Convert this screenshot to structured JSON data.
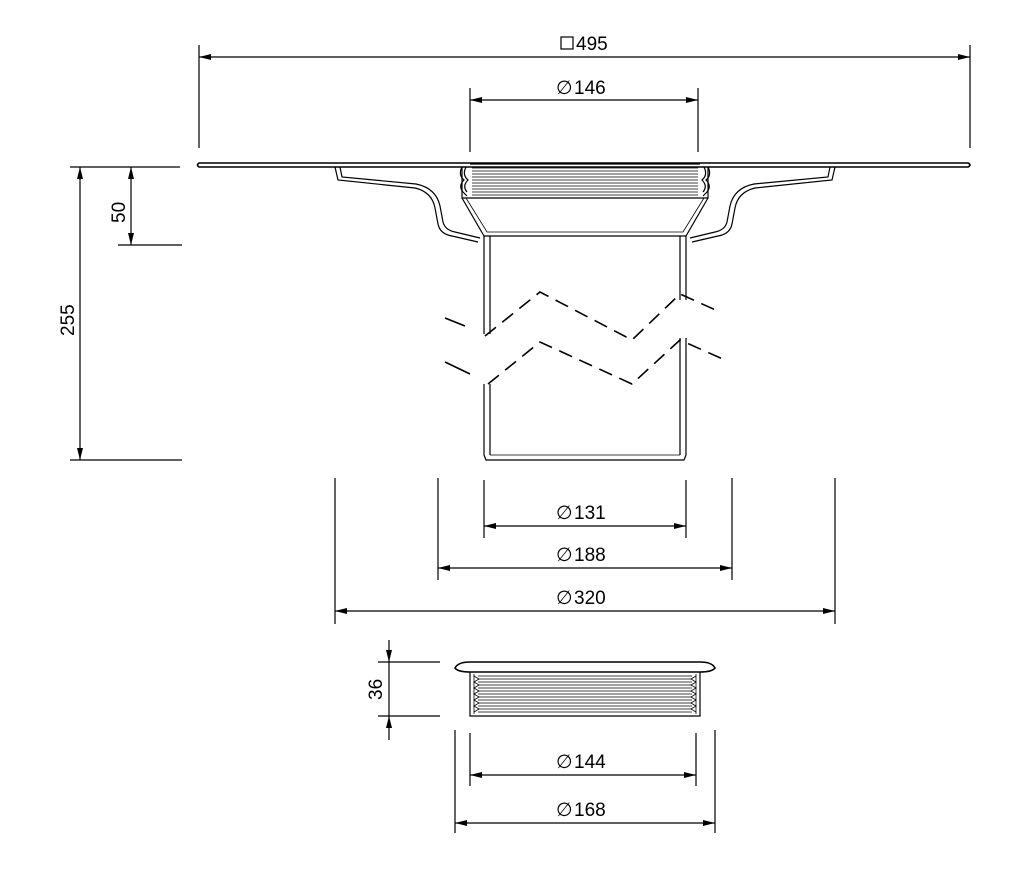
{
  "dimensions": {
    "top_width": "495",
    "outlet_top": "146",
    "flange_height": "50",
    "total_height": "255",
    "pipe_diameter": "131",
    "body_diameter": "188",
    "base_diameter": "320",
    "ring_height": "36",
    "ring_inner": "144",
    "ring_outer": "168"
  },
  "symbols": {
    "square": "□",
    "diameter": "∅"
  },
  "colors": {
    "line": "#000000",
    "background": "#ffffff"
  }
}
